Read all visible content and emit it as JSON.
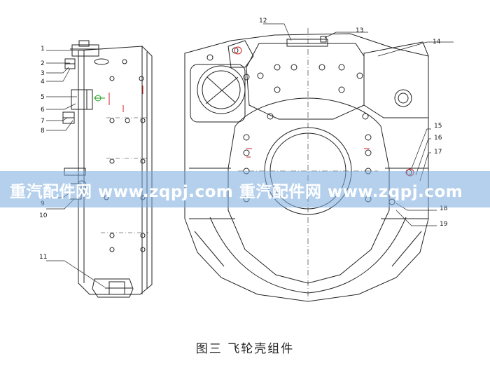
{
  "caption": "图三  飞轮壳组件",
  "watermark": "重汽配件网 www.zqpj.com  重汽配件网 www.zqpj.com",
  "part_numbers": {
    "side_view": [
      "1",
      "2",
      "3",
      "4",
      "5",
      "6",
      "7",
      "8",
      "9",
      "10",
      "11"
    ],
    "front_view": [
      "12",
      "13",
      "14",
      "15",
      "16",
      "17",
      "18",
      "19"
    ]
  },
  "colors": {
    "line": "#222222",
    "accent_red": "#d22020",
    "accent_green": "#1aa31a"
  }
}
